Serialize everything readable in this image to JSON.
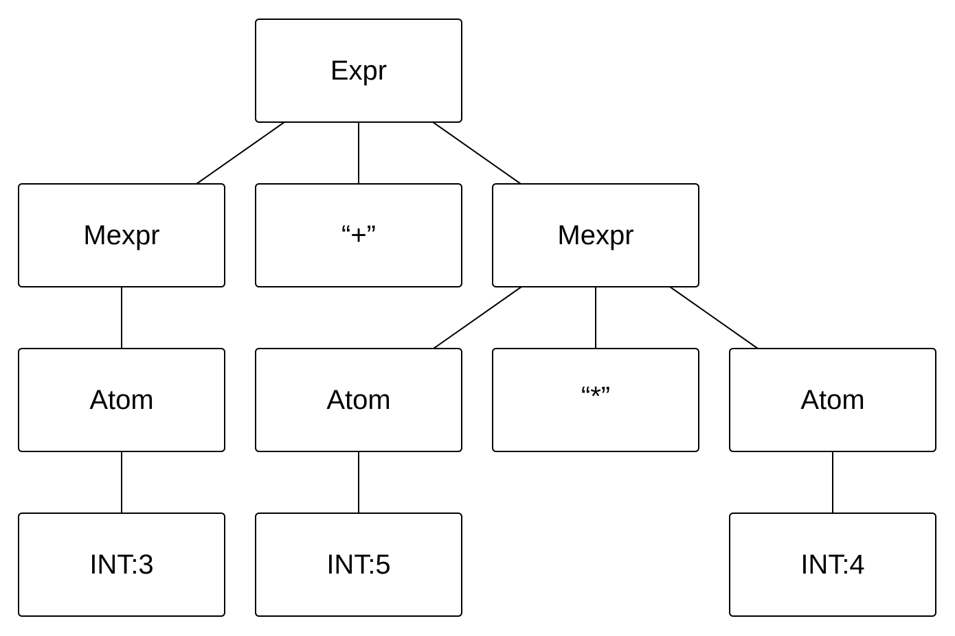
{
  "diagram": {
    "nodes": [
      {
        "id": "expr",
        "label": "Expr",
        "parent": null
      },
      {
        "id": "mexpr1",
        "label": "Mexpr",
        "parent": "expr"
      },
      {
        "id": "plus",
        "label": "“+”",
        "parent": "expr"
      },
      {
        "id": "mexpr2",
        "label": "Mexpr",
        "parent": "expr"
      },
      {
        "id": "atom1",
        "label": "Atom",
        "parent": "mexpr1"
      },
      {
        "id": "atom2",
        "label": "Atom",
        "parent": "mexpr2"
      },
      {
        "id": "star",
        "label": "“*”",
        "parent": "mexpr2"
      },
      {
        "id": "atom3",
        "label": "Atom",
        "parent": "mexpr2"
      },
      {
        "id": "int3",
        "label": "INT:3",
        "parent": "atom1"
      },
      {
        "id": "int5",
        "label": "INT:5",
        "parent": "atom2"
      },
      {
        "id": "int4",
        "label": "INT:4",
        "parent": "atom3"
      }
    ]
  }
}
